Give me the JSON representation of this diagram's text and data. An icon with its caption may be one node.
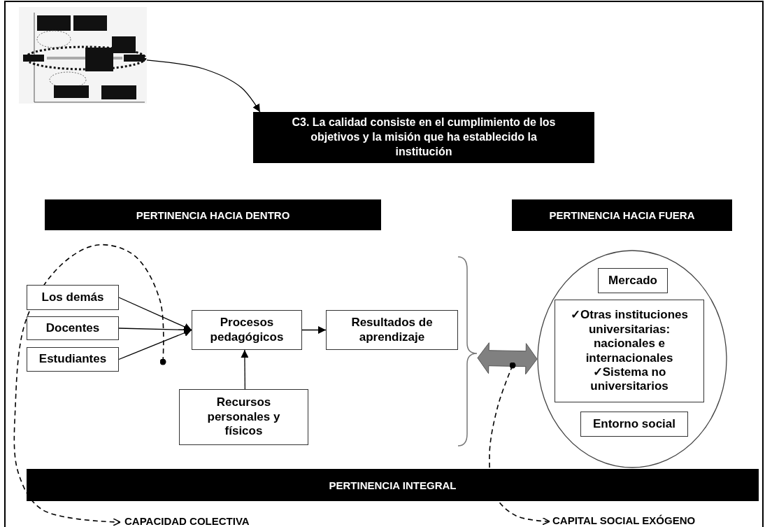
{
  "diagram": {
    "nodes": [
      {
        "text": [],
        "shape": "picture"
      },
      {
        "text": [
          "C3. La calidad consiste en el cumplimiento de los objetivos y la misión que ha establecido la institución"
        ]
      },
      {
        "text": [
          "PERTINENCIA HACIA DENTRO"
        ]
      },
      {
        "text": [
          "PERTINENCIA HACIA FUERA"
        ]
      },
      {
        "text": [
          "Los demás"
        ]
      },
      {
        "text": [
          "Docentes"
        ]
      },
      {
        "text": [
          "Estudiantes"
        ]
      },
      {
        "text": [
          "Procesos pedagógicos"
        ]
      },
      {
        "text": [
          "Resultados de aprendizaje"
        ]
      },
      {
        "text": [
          "Recursos personales y físicos"
        ]
      },
      {
        "text": [],
        "shape": "circle"
      },
      {
        "text": [
          "Mercado"
        ],
        "in": 10
      },
      {
        "text": [
          "✓Otras instituciones universitarias: nacionales e internacionales",
          "✓Sistema no universitarios"
        ],
        "in": 10
      },
      {
        "text": [
          "Entorno social"
        ],
        "in": 10
      },
      {
        "text": [
          "PERTINENCIA INTEGRAL"
        ]
      },
      {
        "text": [
          "CAPACIDAD COLECTIVA"
        ]
      },
      {
        "text": [
          "CAPITAL SOCIAL EXÓGENO"
        ]
      }
    ],
    "edges": [
      {
        "from": 0,
        "to": 1,
        "arrow": "to"
      },
      {
        "from": 4,
        "to": 7,
        "arrow": "to"
      },
      {
        "from": 5,
        "to": 7,
        "arrow": "to"
      },
      {
        "from": 6,
        "to": 7,
        "arrow": "to"
      },
      {
        "from": 7,
        "to": 8,
        "arrow": "to"
      },
      {
        "from": 9,
        "to": 7,
        "arrow": "to"
      },
      {
        "from": 8,
        "to": 10,
        "arrow": "both",
        "style": "thick",
        "color": "#808080"
      },
      {
        "from": null,
        "to": 15,
        "arrow": "to",
        "style": "dashed"
      },
      {
        "from": null,
        "to": 16,
        "arrow": "to",
        "style": "dashed"
      }
    ]
  }
}
